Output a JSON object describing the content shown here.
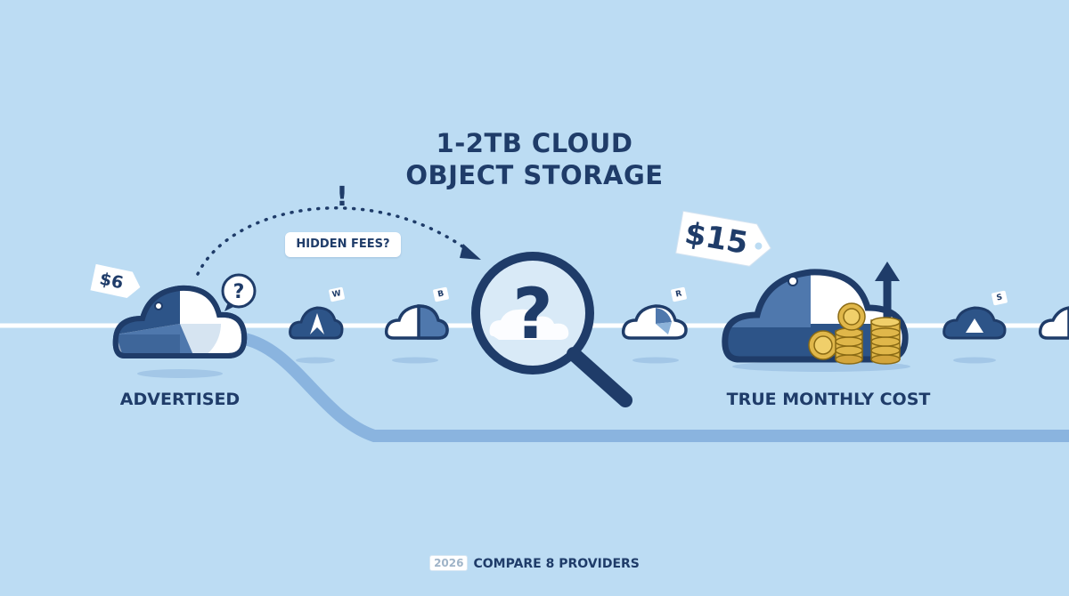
{
  "headline": {
    "line1": "1-2TB CLOUD",
    "line2": "OBJECT STORAGE"
  },
  "advertised": {
    "price": "$6",
    "label": "ADVERTISED"
  },
  "hidden_fees": {
    "label": "HIDDEN FEES?",
    "alert_glyph": "!",
    "question_glyph": "?"
  },
  "true_cost": {
    "price": "$15",
    "label": "TRUE MONTHLY COST"
  },
  "providers": [
    {
      "tag": "W"
    },
    {
      "tag": "B"
    },
    {
      "tag": "R"
    },
    {
      "tag": "S"
    }
  ],
  "footer": {
    "year": "2026",
    "text": "COMPARE 8 PROVIDERS"
  },
  "colors": {
    "background": "#bcdcf3",
    "navy": "#1f3c69",
    "mid_blue": "#4f78ad",
    "light_blue": "#8db3da",
    "track": "#8ab4df",
    "gold": "#e0b74a",
    "white": "#ffffff"
  },
  "icons": [
    "cloud-icon",
    "pie-chart-icon",
    "magnifier-icon",
    "question-icon",
    "coins-icon",
    "up-arrow-icon",
    "price-tag-icon"
  ]
}
